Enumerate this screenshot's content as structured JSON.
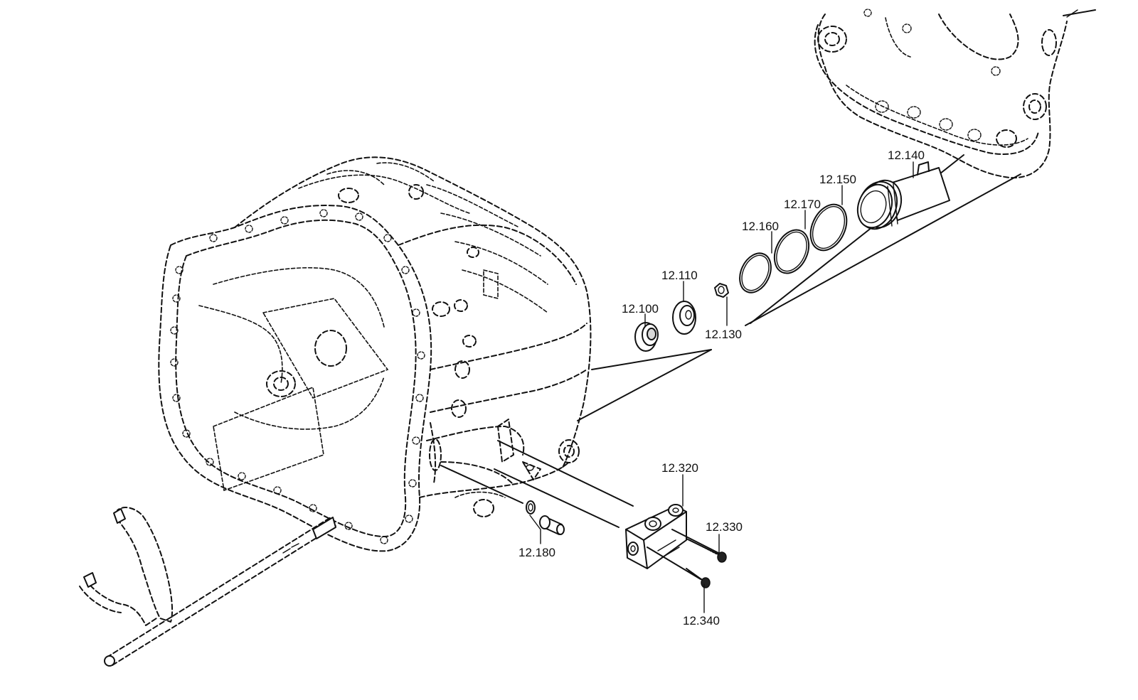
{
  "parts": [
    {
      "id": "p12100",
      "label": "12.100"
    },
    {
      "id": "p12110",
      "label": "12.110"
    },
    {
      "id": "p12130",
      "label": "12.130"
    },
    {
      "id": "p12140",
      "label": "12.140"
    },
    {
      "id": "p12150",
      "label": "12.150"
    },
    {
      "id": "p12160",
      "label": "12.160"
    },
    {
      "id": "p12170",
      "label": "12.170"
    },
    {
      "id": "p12180",
      "label": "12.180"
    },
    {
      "id": "p12320",
      "label": "12.320"
    },
    {
      "id": "p12330",
      "label": "12.330"
    },
    {
      "id": "p12340",
      "label": "12.340"
    }
  ]
}
